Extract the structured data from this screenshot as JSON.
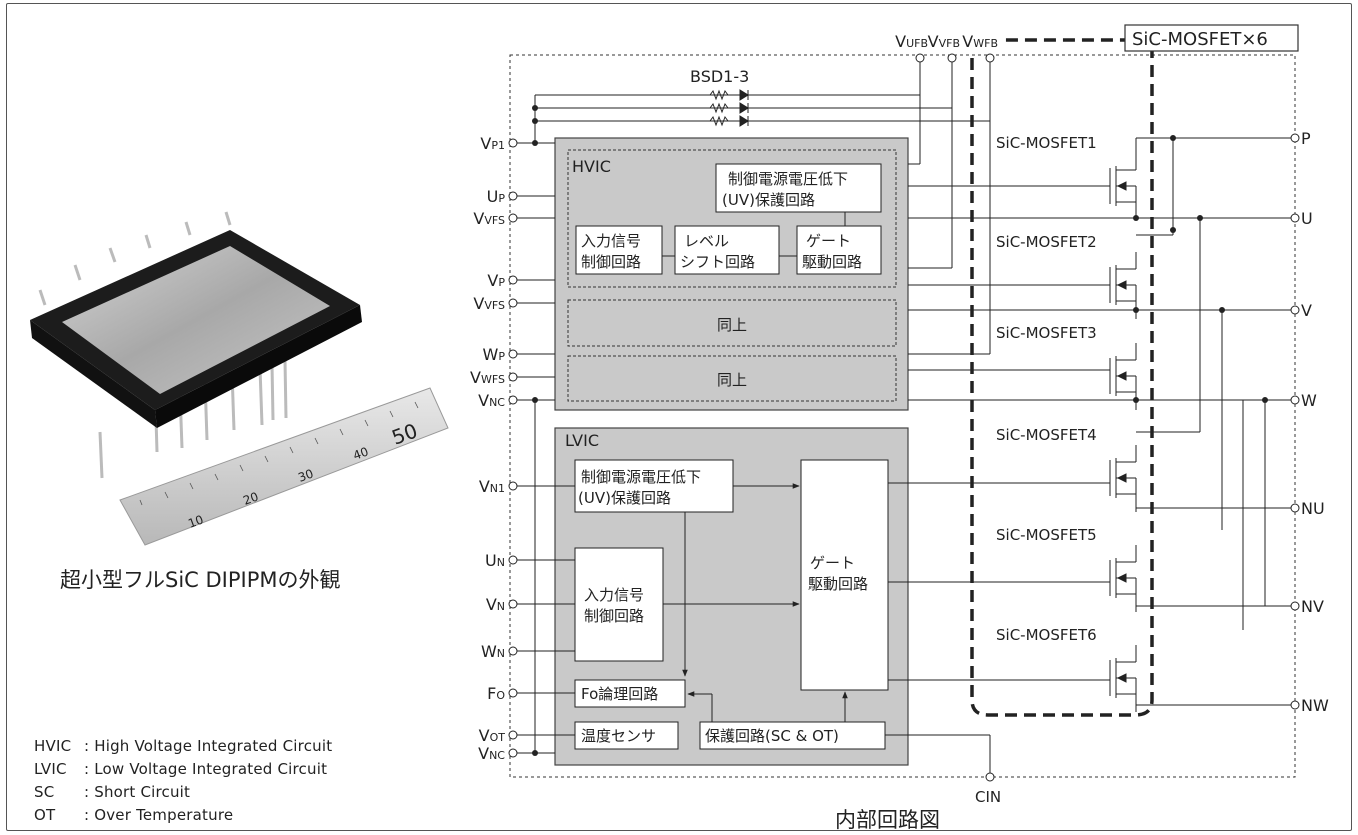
{
  "photo": {
    "caption": "超小型フルSiC DIPIPMの外観",
    "ruler_numbers": [
      "10",
      "20",
      "30",
      "40",
      "50"
    ]
  },
  "legend": [
    {
      "abbr": "HVIC",
      "text": ": High Voltage Integrated Circuit"
    },
    {
      "abbr": "LVIC",
      "text": ": Low Voltage Integrated Circuit"
    },
    {
      "abbr": "SC",
      "text": ": Short Circuit"
    },
    {
      "abbr": "OT",
      "text": ": Over Temperature"
    }
  ],
  "diagram": {
    "caption": "内部回路図",
    "mosfet_group_label": "SiC-MOSFET×6",
    "bsd_label": "BSD1-3",
    "hvic": {
      "title": "HVIC",
      "uv_block": [
        "制御電源電圧低下",
        "(UV)保護回路"
      ],
      "input_block": [
        "入力信号",
        "制御回路"
      ],
      "level_block": [
        "レベル",
        "シフト回路"
      ],
      "gate_block": [
        "ゲート",
        "駆動回路"
      ],
      "same1": "同上",
      "same2": "同上"
    },
    "lvic": {
      "title": "LVIC",
      "uv_block": [
        "制御電源電圧低下",
        "(UV)保護回路"
      ],
      "input_block": [
        "入力信号",
        "制御回路"
      ],
      "gate_block": [
        "ゲート",
        "駆動回路"
      ],
      "fo_block": "Fo論理回路",
      "temp_block": "温度センサ",
      "prot_block": "保護回路(SC & OT)"
    },
    "top_pins": [
      {
        "main": "V",
        "sub": "UFB"
      },
      {
        "main": "V",
        "sub": "VFB"
      },
      {
        "main": "V",
        "sub": "WFB"
      }
    ],
    "left_pins": [
      {
        "main": "V",
        "sub": "P1"
      },
      {
        "main": "U",
        "sub": "P"
      },
      {
        "main": "V",
        "sub": "VFS"
      },
      {
        "main": "V",
        "sub": "P"
      },
      {
        "main": "V",
        "sub": "VFS"
      },
      {
        "main": "W",
        "sub": "P"
      },
      {
        "main": "V",
        "sub": "WFS"
      },
      {
        "main": "V",
        "sub": "NC"
      },
      {
        "main": "V",
        "sub": "N1"
      },
      {
        "main": "U",
        "sub": "N"
      },
      {
        "main": "V",
        "sub": "N"
      },
      {
        "main": "W",
        "sub": "N"
      },
      {
        "main": "F",
        "sub": "O"
      },
      {
        "main": "V",
        "sub": "OT"
      },
      {
        "main": "V",
        "sub": "NC"
      }
    ],
    "right_pins": [
      "P",
      "U",
      "V",
      "W",
      "NU",
      "NV",
      "NW"
    ],
    "bottom_pin": "CIN",
    "mosfets": [
      "SiC-MOSFET1",
      "SiC-MOSFET2",
      "SiC-MOSFET3",
      "SiC-MOSFET4",
      "SiC-MOSFET5",
      "SiC-MOSFET6"
    ]
  }
}
